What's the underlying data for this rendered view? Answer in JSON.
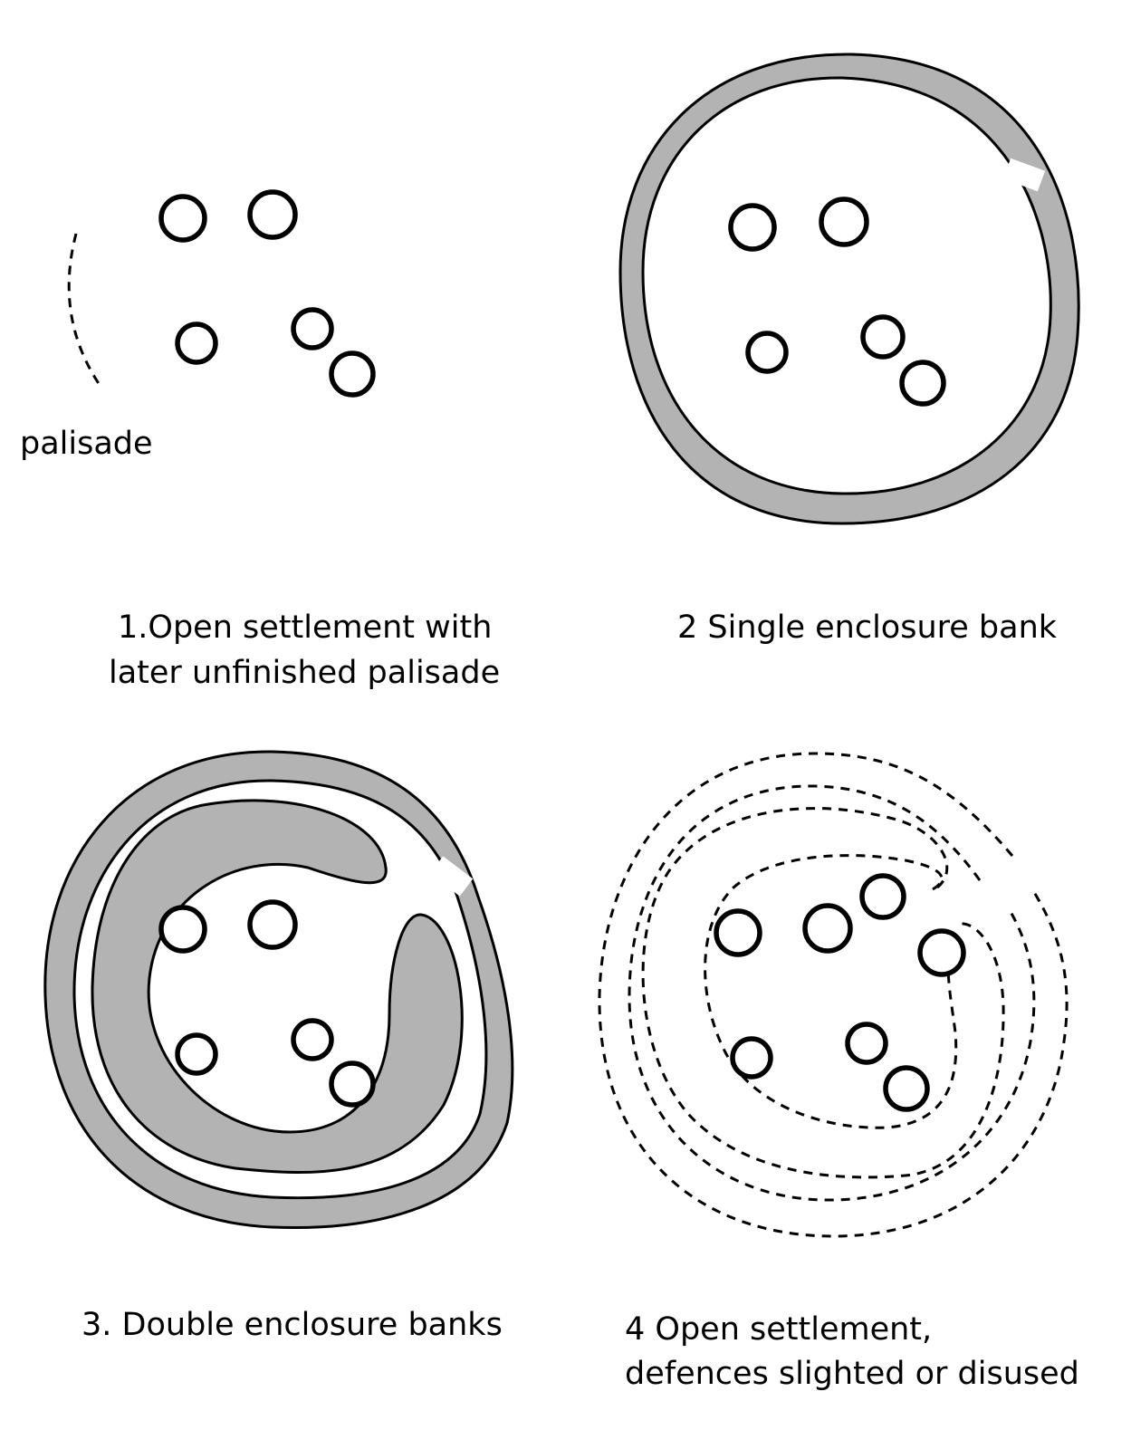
{
  "labels": {
    "palisade": "palisade",
    "panel1_line1": "1.Open settlement with",
    "panel1_line2": "later unfinished palisade",
    "panel2": "2 Single enclosure bank",
    "panel3": "3. Double enclosure banks",
    "panel4_line1": "4 Open settlement,",
    "panel4_line2": "defences slighted or disused"
  },
  "colors": {
    "bank_fill": "#b3b3b3",
    "line": "#000000",
    "background": "#ffffff"
  }
}
